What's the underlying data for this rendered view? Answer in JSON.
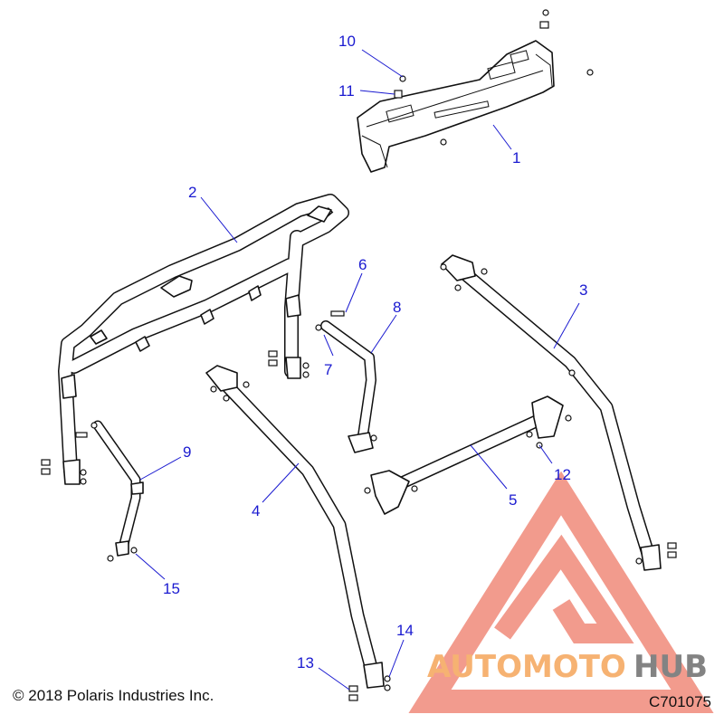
{
  "diagram": {
    "callouts": [
      {
        "label": "1"
      },
      {
        "label": "2"
      },
      {
        "label": "3"
      },
      {
        "label": "4"
      },
      {
        "label": "5"
      },
      {
        "label": "6"
      },
      {
        "label": "7"
      },
      {
        "label": "8"
      },
      {
        "label": "9"
      },
      {
        "label": "10"
      },
      {
        "label": "11"
      },
      {
        "label": "12"
      },
      {
        "label": "13"
      },
      {
        "label": "14"
      },
      {
        "label": "15"
      }
    ],
    "copyright": "© 2018 Polaris Industries Inc.",
    "drawing_id": "C701075",
    "callout_color": "#1a1ad0"
  },
  "watermark": {
    "part1": "AUTOMOTO",
    "part2": "HUB",
    "color_primary": "#f08a7a",
    "color_accent": "#f5c26b",
    "color_dark": "#6e6e6e"
  }
}
